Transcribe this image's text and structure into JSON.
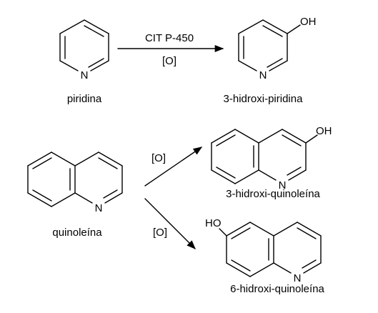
{
  "reaction1": {
    "reactant_name": "piridina",
    "product_name": "3-hidroxi-piridina",
    "condition_top": "CIT P-450",
    "condition_bottom": "[O]"
  },
  "reaction2": {
    "reactant_name": "quinoleína",
    "upper_condition": "[O]",
    "lower_condition": "[O]",
    "product1_name": "3-hidroxi-quinoleína",
    "product2_name": "6-hidroxi-quinoleína"
  },
  "atoms": {
    "nitrogen": "N",
    "hydroxyl_right": "OH",
    "hydroxyl_left": "HO"
  }
}
